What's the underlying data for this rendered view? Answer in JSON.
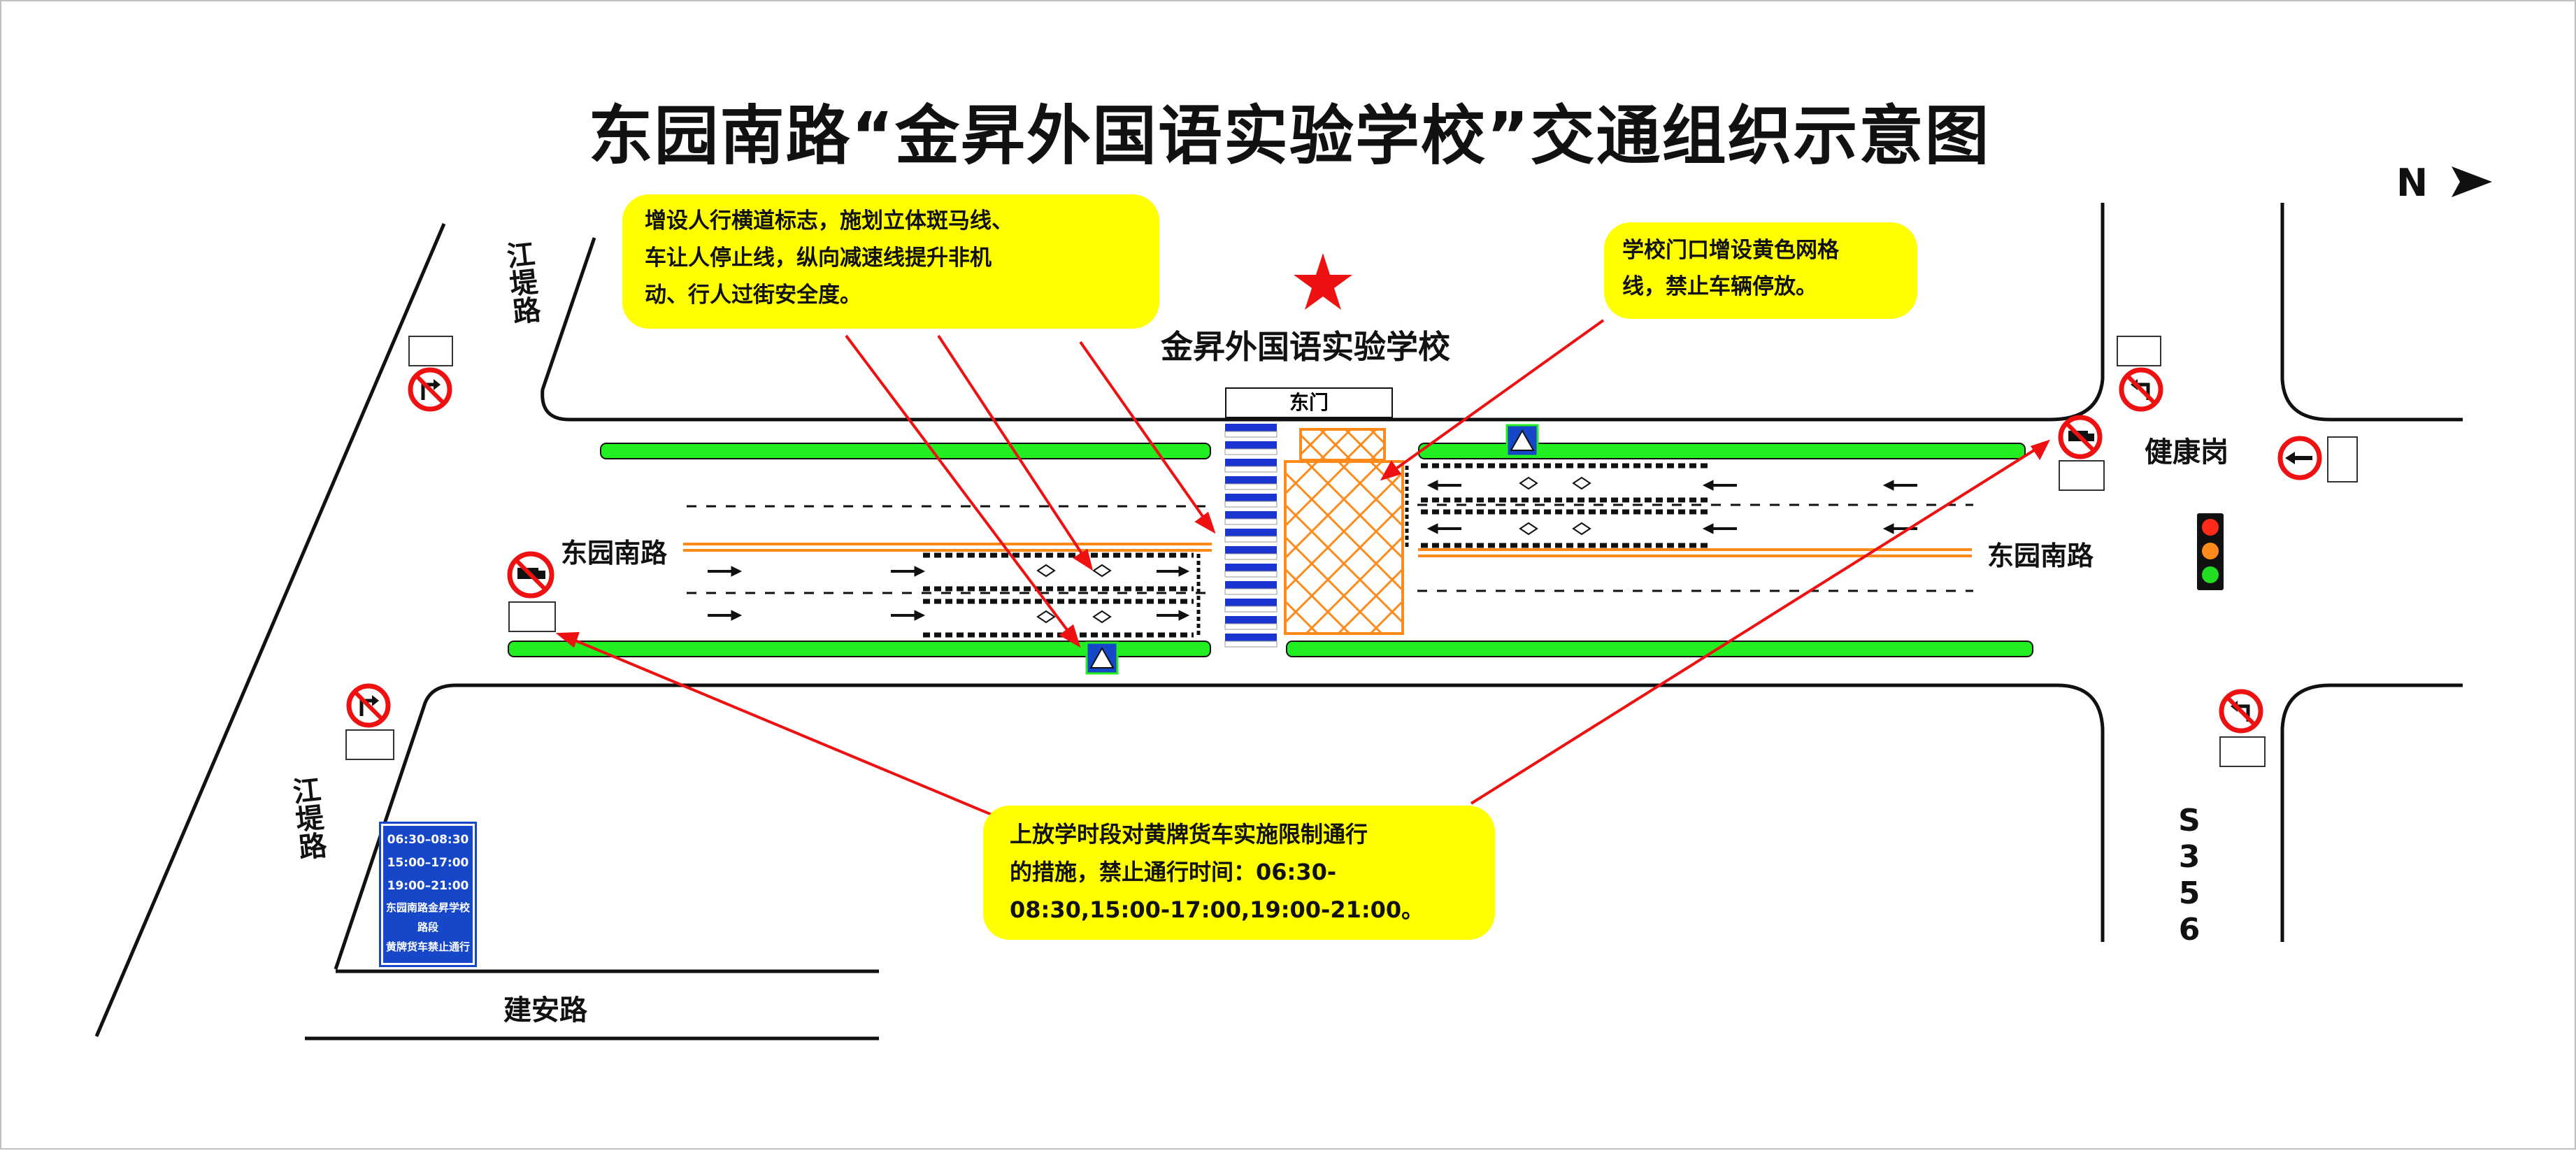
{
  "title": "东园南路“金昇外国语实验学校”交通组织示意图",
  "north_label": "N",
  "school_name": "金昇外国语实验学校",
  "gate_label": "东门",
  "roads": {
    "jiangdi_upper": "江堤路",
    "jiangdi_lower": "江堤路",
    "dongyuan_west": "东园南路",
    "dongyuan_east": "东园南路",
    "jiankanggang": "健康岗",
    "s356": "S356",
    "jianan": "建安路"
  },
  "callouts": {
    "crossing": [
      "增设人行横道标志，施划立体斑马线、",
      "车让人停止线，纵向减速线提升非机",
      "动、行人过街安全度。"
    ],
    "grid": [
      "学校门口增设黄色网格",
      "线，禁止车辆停放。"
    ],
    "truck": [
      "上放学时段对黄牌货车实施限制通行",
      "的措施，禁止通行时间：06:30-",
      "08:30,15:00-17:00,19:00-21:00。"
    ]
  },
  "info_panel": [
    "06:30–08:30",
    "15:00–17:00",
    "19:00–21:00",
    "东园南路金昇学校路段",
    "黄牌货车禁止通行"
  ],
  "colors": {
    "median_green": "#22ee22",
    "grid_orange": "#ff8a1c",
    "callout_yellow": "#ffff00",
    "arrow_red": "#ee1111",
    "sign_blue": "#1547c8",
    "zebra_blue": "#1a35d0"
  },
  "icons": [
    "north-arrow-icon",
    "school-star-icon",
    "no-right-turn-sign-icon",
    "no-left-turn-sign-icon",
    "no-truck-sign-icon",
    "no-entry-left-sign-icon",
    "pedestrian-crossing-sign-icon",
    "traffic-light-icon",
    "lane-arrow-icon"
  ]
}
